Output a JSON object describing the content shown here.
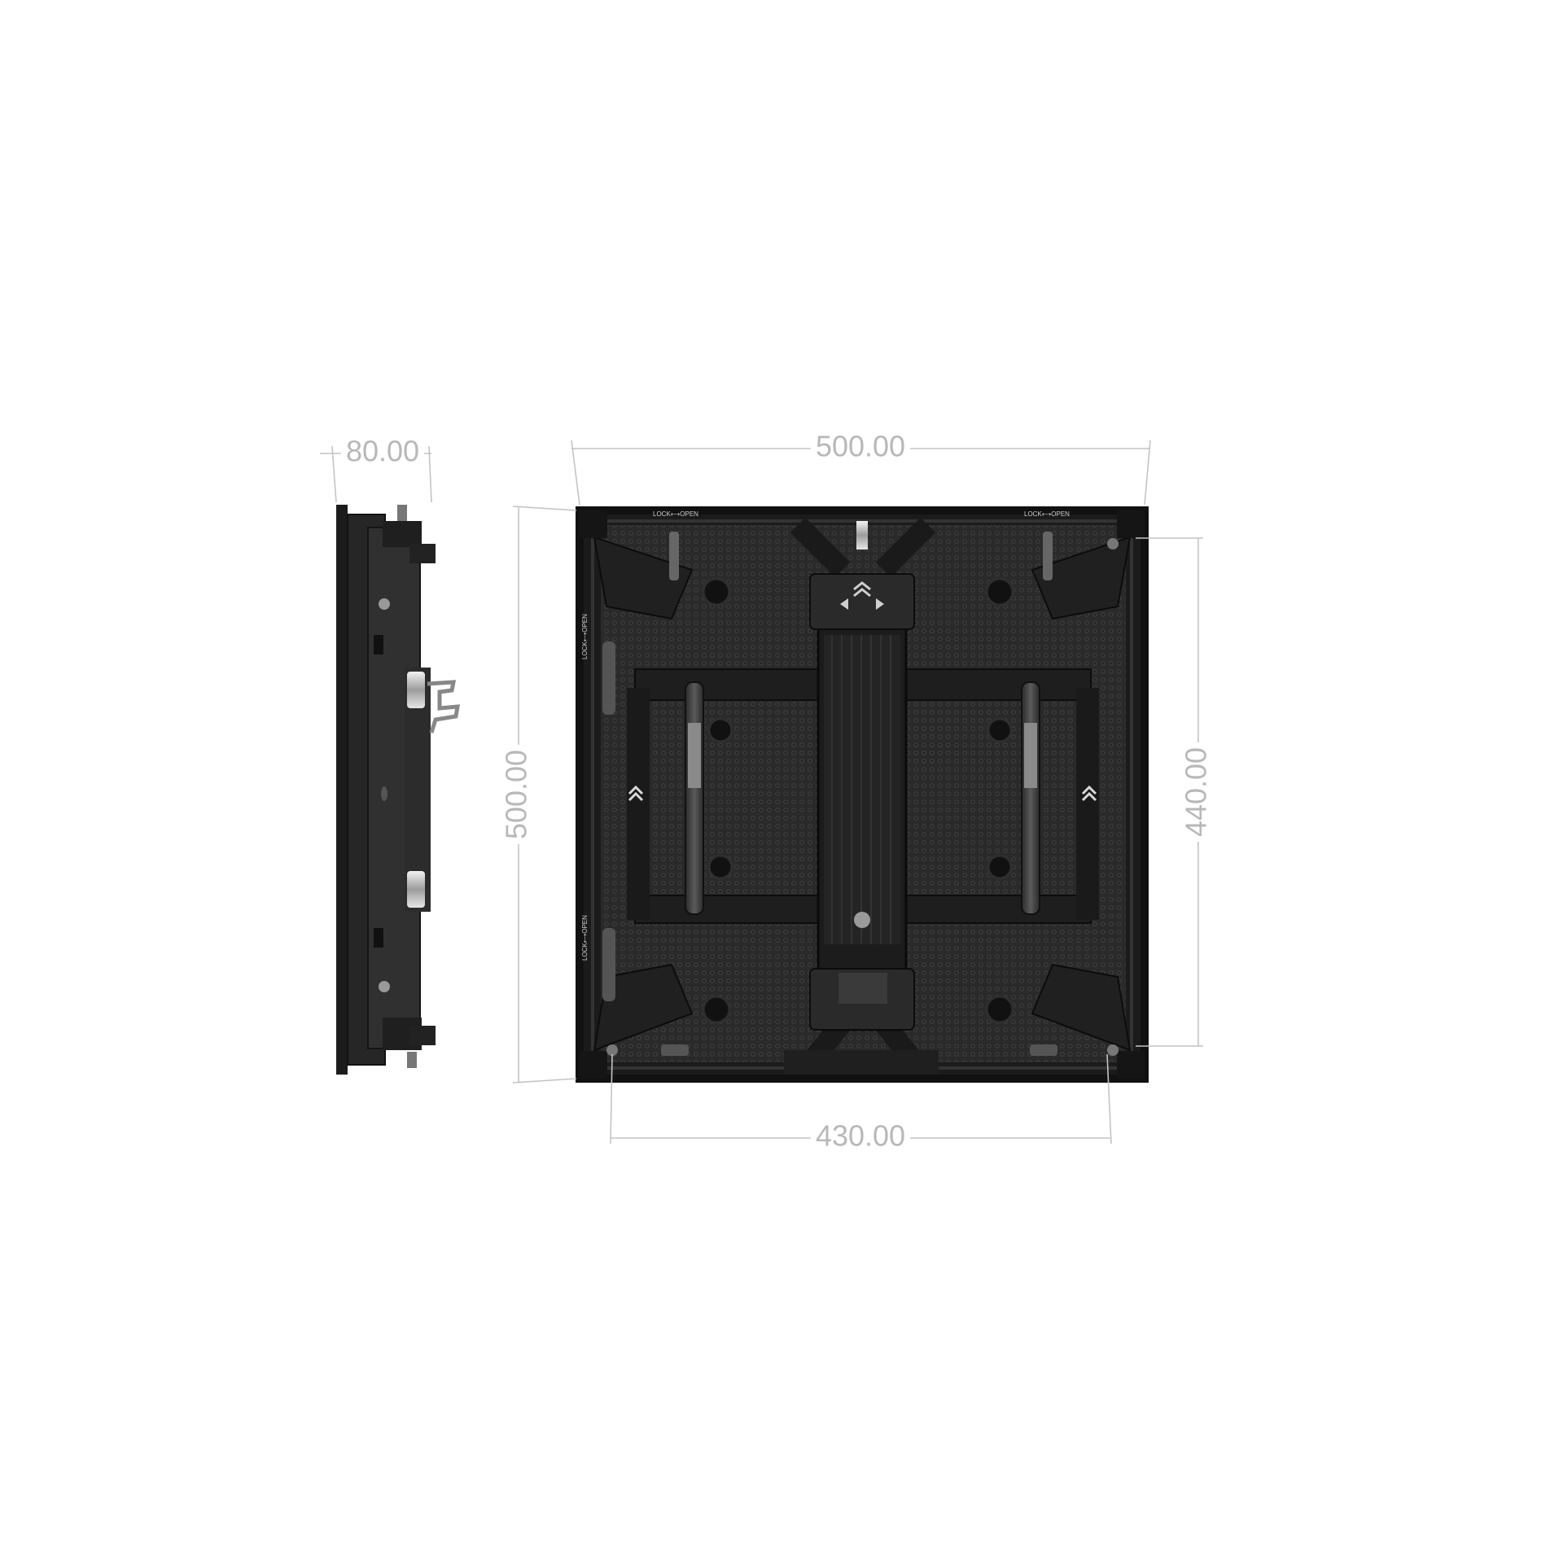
{
  "dimensions": {
    "side_depth": "80.00",
    "front_width": "500.00",
    "front_height": "500.00",
    "inner_height": "440.00",
    "bottom_width": "430.00"
  },
  "panel_labels": {
    "lock_open_left": "LOCK⟷OPEN",
    "lock_open_right": "LOCK⟷OPEN",
    "lock_open_side_top": "LOCK⟷OPEN",
    "lock_open_side_bottom": "LOCK⟷OPEN"
  },
  "colors": {
    "dimension_line": "#c4c4c4",
    "dimension_text": "#b8b8b8",
    "panel_dark": "#1d1d1d",
    "panel_mid": "#2c2c2c",
    "panel_light": "#4a4a4a"
  }
}
